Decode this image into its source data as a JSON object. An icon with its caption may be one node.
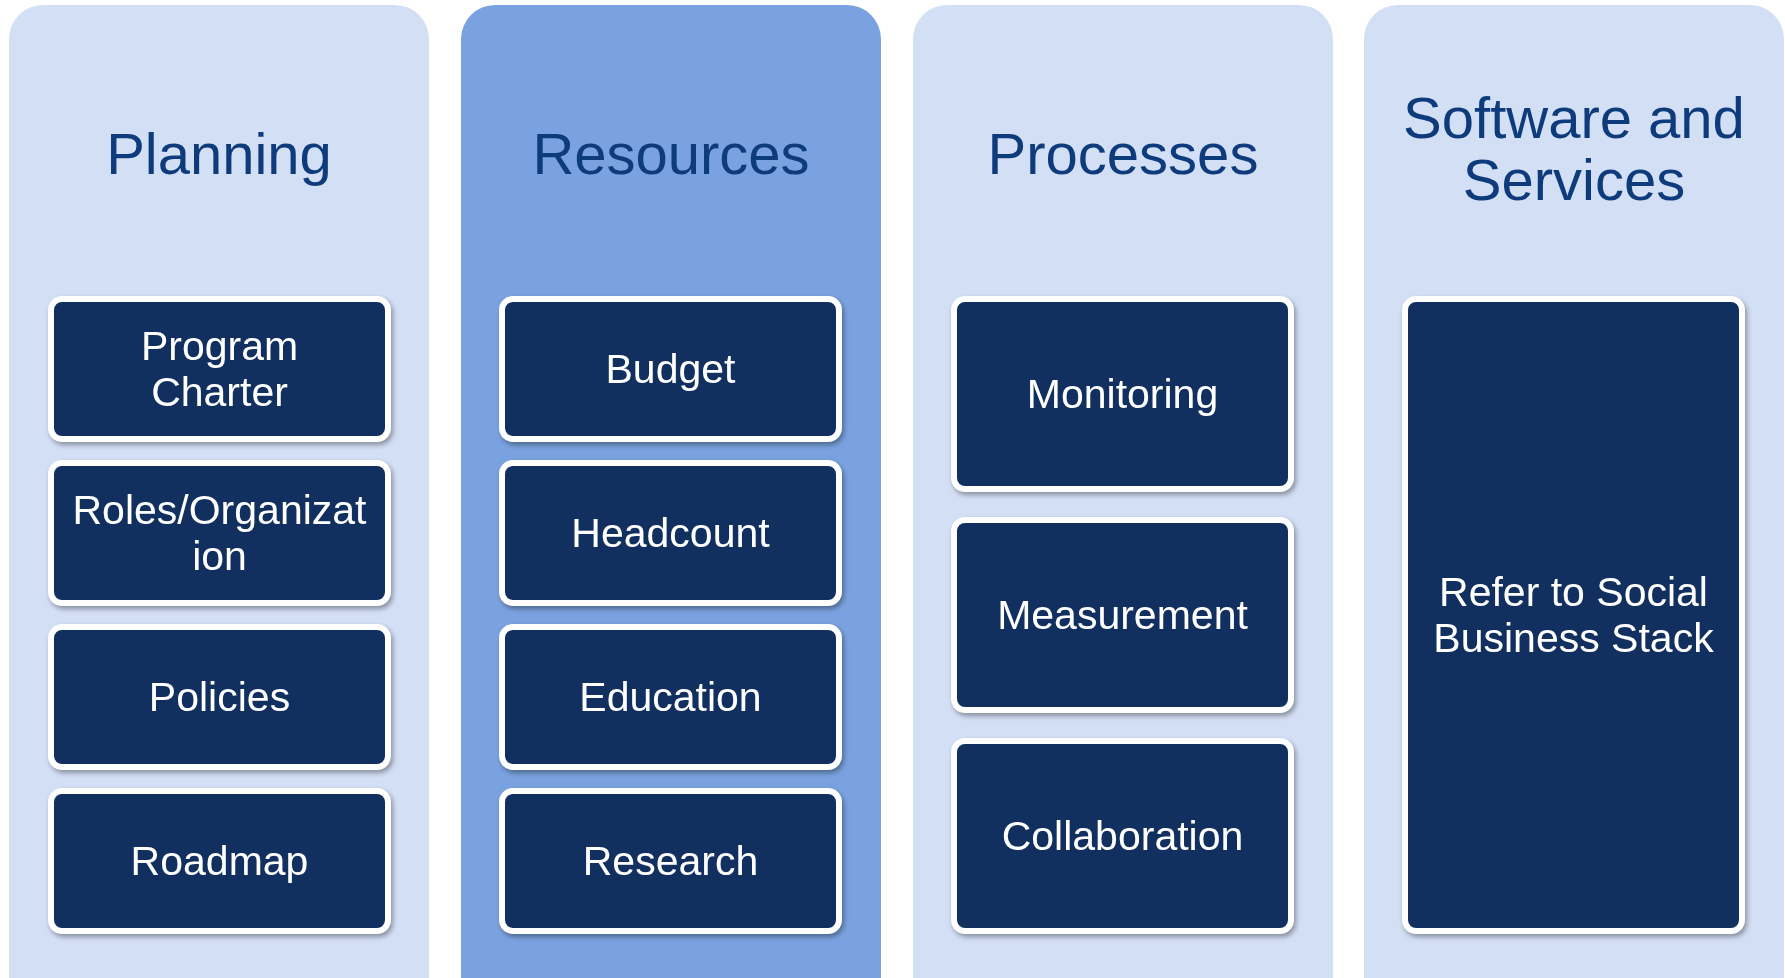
{
  "diagram": {
    "nodes": [
      {
        "text": [
          "Planning"
        ]
      },
      {
        "text": [
          "Program Charter"
        ],
        "in": 0
      },
      {
        "text": [
          "Roles/Organization"
        ],
        "in": 0
      },
      {
        "text": [
          "Policies"
        ],
        "in": 0
      },
      {
        "text": [
          "Roadmap"
        ],
        "in": 0
      },
      {
        "text": [
          "Resources"
        ]
      },
      {
        "text": [
          "Budget"
        ],
        "in": 5
      },
      {
        "text": [
          "Headcount"
        ],
        "in": 5
      },
      {
        "text": [
          "Education"
        ],
        "in": 5
      },
      {
        "text": [
          "Research"
        ],
        "in": 5
      },
      {
        "text": [
          "Processes"
        ]
      },
      {
        "text": [
          "Monitoring"
        ],
        "in": 10
      },
      {
        "text": [
          "Measurement"
        ],
        "in": 10
      },
      {
        "text": [
          "Collaboration"
        ],
        "in": 10
      },
      {
        "text": [
          "Software and Services"
        ]
      },
      {
        "text": [
          "Refer to Social Business Stack"
        ],
        "in": 14
      }
    ]
  }
}
